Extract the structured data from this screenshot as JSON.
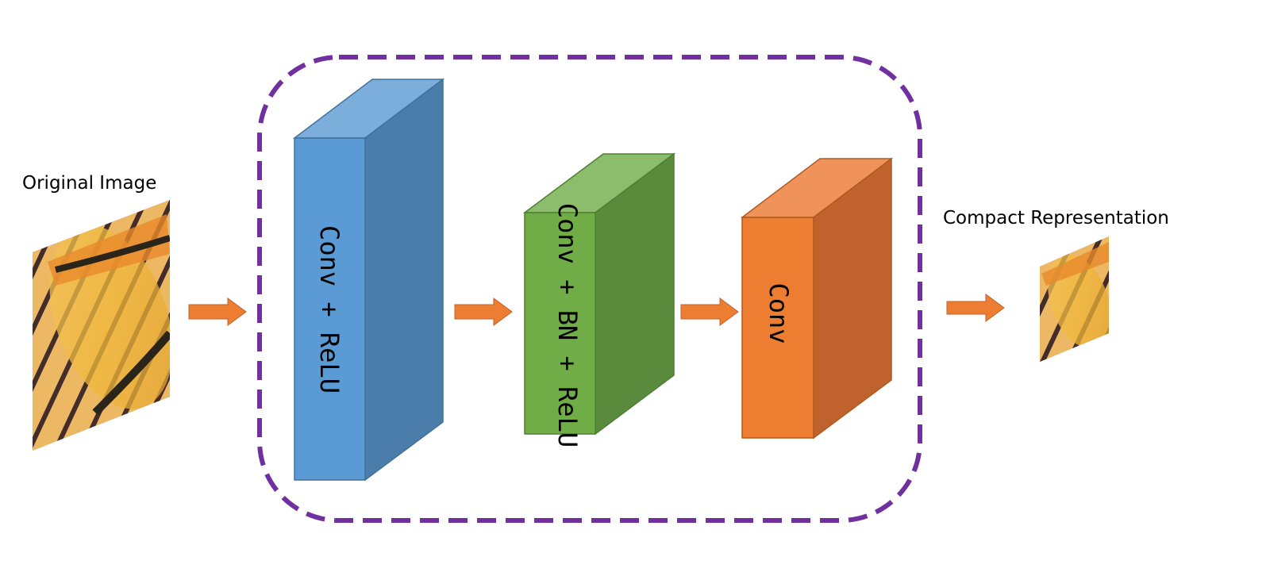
{
  "input": {
    "label": "Original Image",
    "image": "butterfly-wing-photo"
  },
  "output": {
    "label": "Compact Representation",
    "image": "butterfly-wing-photo-small"
  },
  "network": {
    "container": "dashed-rounded-box",
    "blocks": [
      {
        "label": "Conv + ReLU",
        "color": "#5B9BD5",
        "top_color": "#7BAEDB",
        "side_color": "#4A7DA9"
      },
      {
        "label": "Conv + BN + ReLU",
        "color": "#70AD47",
        "top_color": "#8BBD6D",
        "side_color": "#5A8A3B"
      },
      {
        "label": "Conv",
        "color": "#ED7D31",
        "top_color": "#F0935B",
        "side_color": "#C0622D"
      }
    ]
  },
  "colors": {
    "arrow": "#ED7D31",
    "container_border": "#7030A0"
  }
}
